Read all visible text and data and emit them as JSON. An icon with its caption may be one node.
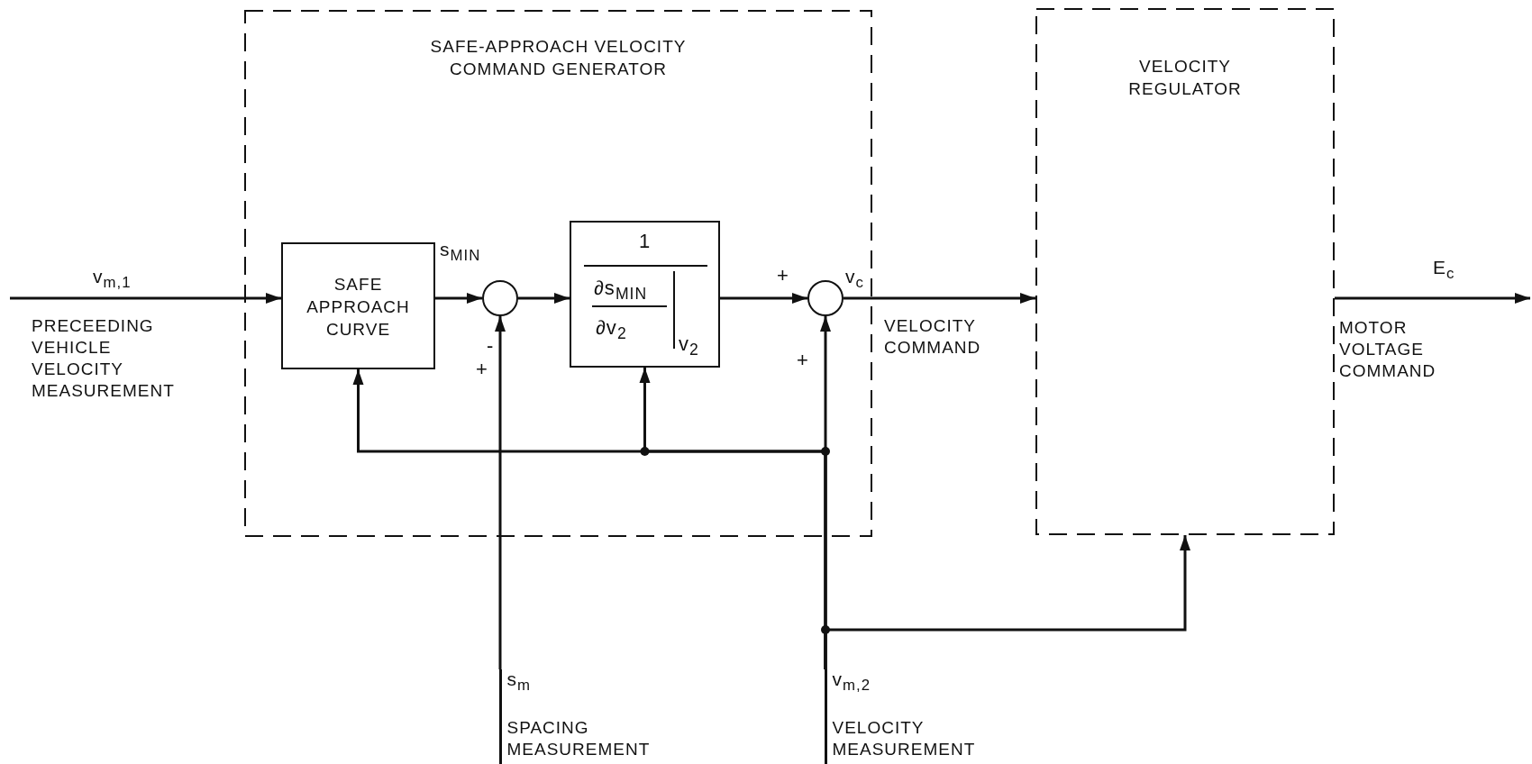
{
  "diagram": {
    "nodes": [
      {
        "text": [
          "SAFE-APPROACH VELOCITY COMMAND GENERATOR"
        ]
      },
      {
        "text": [
          "SAFE APPROACH CURVE"
        ],
        "in": 0
      },
      {
        "text": [],
        "shape": "circle",
        "in": 0
      },
      {
        "text": [
          "1",
          "∂s$_{MIN}$",
          "∂v$_{2}$",
          "v$_{2}$"
        ],
        "in": 0
      },
      {
        "text": [],
        "shape": "circle",
        "in": 0
      },
      {
        "text": [
          "VELOCITY REGULATOR"
        ]
      },
      {
        "text": [
          "s$_{m}$",
          "SPACING MEASUREMENT"
        ]
      },
      {
        "text": [
          "v$_{m,2}$",
          "VELOCITY MEASUREMENT"
        ]
      }
    ],
    "edges": [
      {
        "from": null,
        "to": 1,
        "arrow": "to",
        "label": "v$_{m,1}$"
      },
      {
        "from": 1,
        "to": 2,
        "arrow": "to",
        "label": "s$_{MIN}$"
      },
      {
        "from": 2,
        "to": 3,
        "arrow": "to"
      },
      {
        "from": 3,
        "to": 4,
        "arrow": "to"
      },
      {
        "from": 4,
        "to": 5,
        "arrow": "to",
        "label": "v$_{c}$"
      },
      {
        "from": 5,
        "to": null,
        "arrow": "to",
        "label": "E$_{c}$"
      },
      {
        "from": 6,
        "to": 2,
        "arrow": "to"
      },
      {
        "from": 7,
        "to": 4,
        "arrow": "to"
      },
      {
        "from": 7,
        "to": 1,
        "arrow": "to"
      },
      {
        "from": 7,
        "to": 3,
        "arrow": "to"
      },
      {
        "from": 7,
        "to": 5,
        "arrow": "to"
      }
    ],
    "labels": [
      "PRECEEDING VEHICLE VELOCITY MEASUREMENT",
      "-",
      "+",
      "+",
      "+",
      "VELOCITY COMMAND",
      "MOTOR VOLTAGE COMMAND"
    ]
  }
}
